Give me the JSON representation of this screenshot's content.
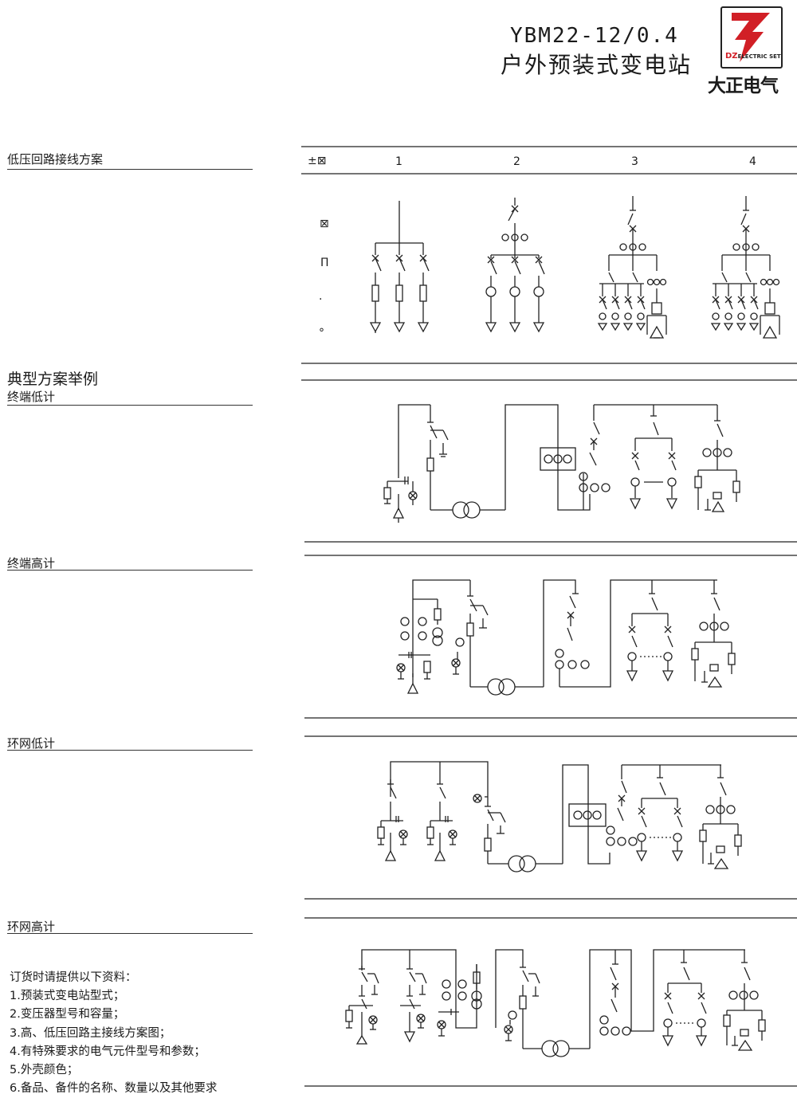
{
  "header": {
    "model": "YBM22-12/0.4",
    "title": "户外预装式变电站",
    "logo_mark": "DZ",
    "logo_text": "ELECTRIC SET",
    "brand": "大正电气"
  },
  "sections": {
    "low_voltage": "低压回路接线方案",
    "typical": "典型方案举例",
    "terminal_low": "终端低计",
    "terminal_high": "终端高计",
    "ring_low": "环网低计",
    "ring_high": "环网高计"
  },
  "scheme_table": {
    "symbol_header": "±⊠",
    "columns": [
      "1",
      "2",
      "3",
      "4"
    ],
    "row_symbols": [
      "⊠",
      "Π",
      "·",
      "°"
    ]
  },
  "order_notes": {
    "intro": "订货时请提供以下资料：",
    "items": [
      "1.预装式变电站型式；",
      "2.变压器型号和容量；",
      "3.高、低压回路主接线方案图；",
      "4.有特殊要求的电气元件型号和参数；",
      "5.外壳颜色；",
      "6.备品、备件的名称、数量以及其他要求"
    ]
  },
  "colors": {
    "line": "#222222",
    "background": "#ffffff",
    "logo_red": "#d11f26"
  }
}
